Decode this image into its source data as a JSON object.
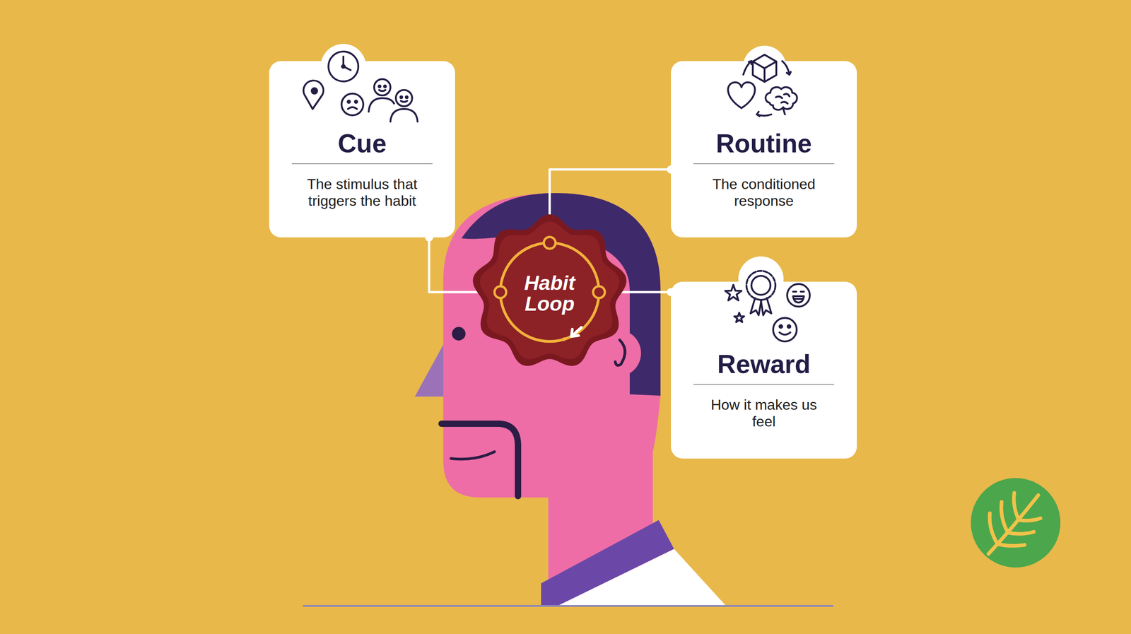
{
  "diagram": {
    "nodes": [
      {
        "text": [
          "Cue",
          "The stimulus that triggers the habit"
        ]
      },
      {
        "text": [
          "Routine",
          "The conditioned response"
        ]
      },
      {
        "text": [
          "Habit Loop"
        ]
      },
      {
        "text": [
          "Reward",
          "How it makes us feel"
        ]
      }
    ],
    "edges": [
      {
        "from": 2,
        "to": 0,
        "arrow": "none"
      },
      {
        "from": 2,
        "to": 1,
        "arrow": "none"
      },
      {
        "from": 2,
        "to": 3,
        "arrow": "none"
      }
    ]
  }
}
